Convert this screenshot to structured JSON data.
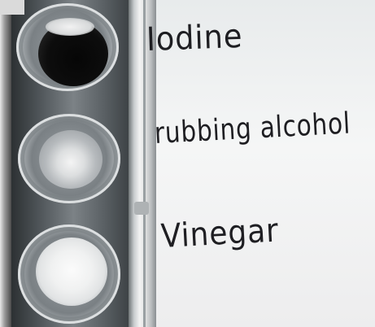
{
  "labels": {
    "iodine": "Iodine",
    "rubbing_alcohol": "rubbing alcohol",
    "vinegar": "Vinegar"
  },
  "colors": {
    "paper": "#f2f3f3",
    "ink": "#1e1e22",
    "iodine_sample": "#0b0b0b",
    "alcohol_sample": "#dcdedf",
    "vinegar_sample": "#f0f1f1"
  }
}
